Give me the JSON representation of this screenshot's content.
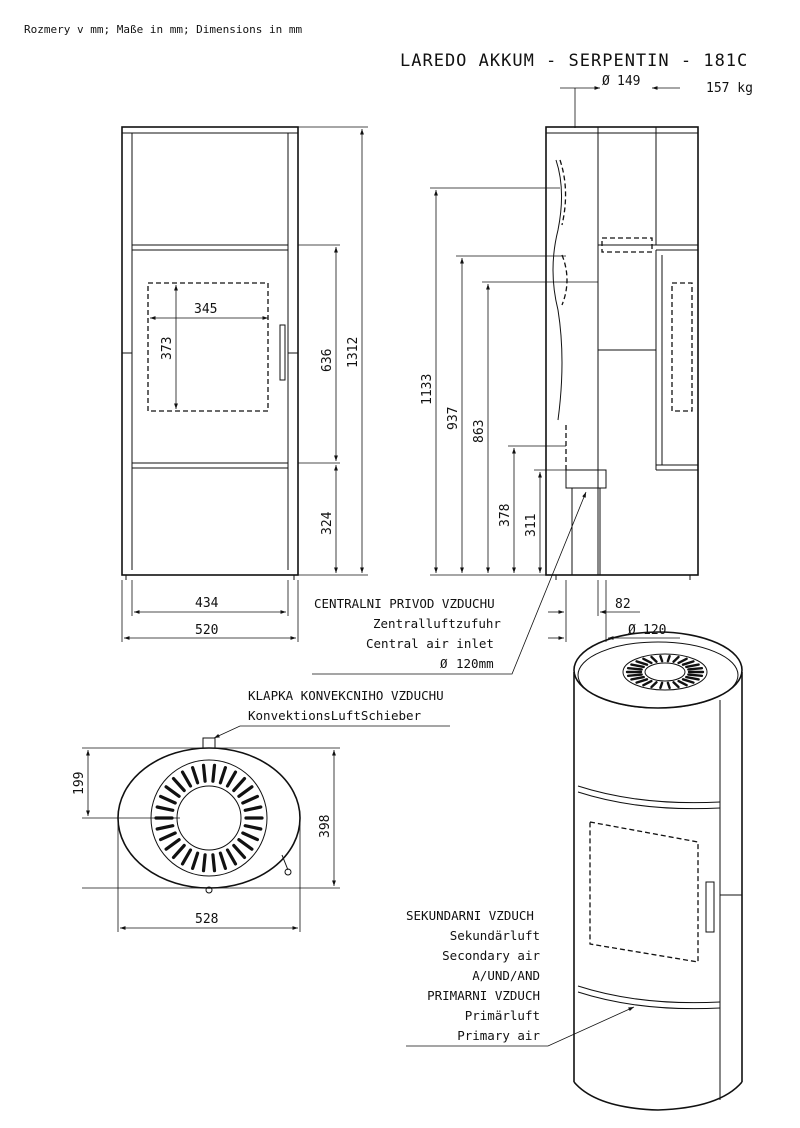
{
  "header": {
    "units_note": "Rozmery v mm; Maße in mm; Dimensions in mm",
    "model_title": "LAREDO AKKUM - SERPENTIN - 181C",
    "flue_diameter": "149",
    "weight": "157 kg"
  },
  "front_view": {
    "dim_width_inner": "434",
    "dim_width_total": "520",
    "dim_window_width": "345",
    "dim_window_height": "373",
    "dim_door_height": "636",
    "dim_total_height": "1312",
    "dim_base_height": "324"
  },
  "side_view": {
    "dim_flue_center_height": "1133",
    "dim_h2": "937",
    "dim_h3": "863",
    "dim_h4": "378",
    "dim_h5": "311",
    "dim_offset": "82",
    "dim_air_inlet_diameter": "120"
  },
  "central_air": {
    "line1": "CENTRALNI PRIVOD VZDUCHU",
    "line2": "Zentralluftzufuhr",
    "line3": "Central air inlet",
    "line4": "120mm"
  },
  "convection_flap": {
    "line1": "KLAPKA KONVEKCNIHO VZDUCHU",
    "line2": "KonvektionsLuftSchieber"
  },
  "top_view": {
    "dim_depth_half": "199",
    "dim_depth_total": "398",
    "dim_width": "528"
  },
  "air_labels": {
    "line1": "SEKUNDARNI VZDUCH",
    "line2": "Sekundärluft",
    "line3": "Secondary air",
    "line4": "A/UND/AND",
    "line5": "PRIMARNI VZDUCH",
    "line6": "Primärluft",
    "line7": "Primary air"
  },
  "diameter_symbol": "Ø"
}
